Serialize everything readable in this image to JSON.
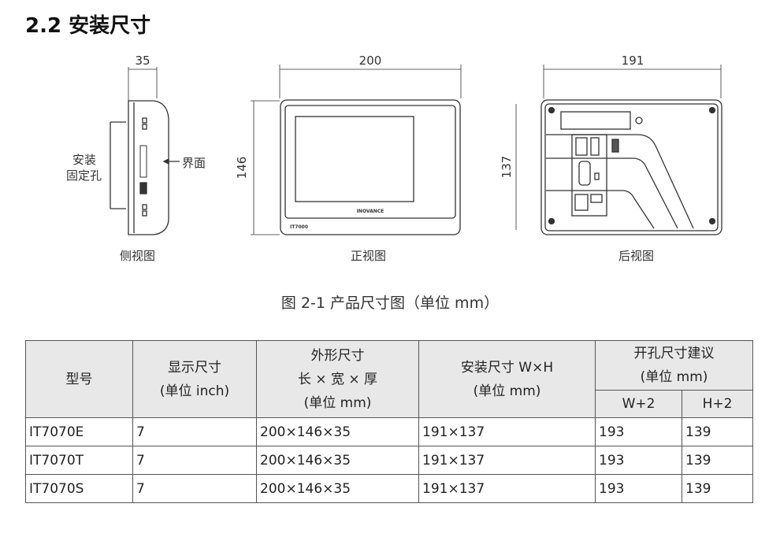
{
  "section_title": "2.2 安装尺寸",
  "figure": {
    "side": {
      "dim": "35",
      "label": "侧视图",
      "hole_label_1": "安装",
      "hole_label_2": "固定孔",
      "interface_label": "界面"
    },
    "front": {
      "dim_w": "200",
      "dim_h": "146",
      "label": "正视图",
      "brand": "INOVANCE",
      "model": "IT7000"
    },
    "back": {
      "dim_w": "191",
      "dim_h": "137",
      "label": "后视图"
    },
    "caption": "图 2-1 产品尺寸图（单位 mm）"
  },
  "table": {
    "headers": {
      "model": "型号",
      "display_1": "显示尺寸",
      "display_2": "(单位 inch)",
      "outer_1": "外形尺寸",
      "outer_2": "长 × 宽 × 厚",
      "outer_3": "(单位 mm)",
      "install_1": "安装尺寸 W×H",
      "install_2": "(单位 mm)",
      "cutout_1": "开孔尺寸建议",
      "cutout_2": "(单位 mm)",
      "cutout_w": "W+2",
      "cutout_h": "H+2"
    },
    "rows": [
      [
        "IT7070E",
        "7",
        "200×146×35",
        "191×137",
        "193",
        "139"
      ],
      [
        "IT7070T",
        "7",
        "200×146×35",
        "191×137",
        "193",
        "139"
      ],
      [
        "IT7070S",
        "7",
        "200×146×35",
        "191×137",
        "193",
        "139"
      ]
    ]
  }
}
